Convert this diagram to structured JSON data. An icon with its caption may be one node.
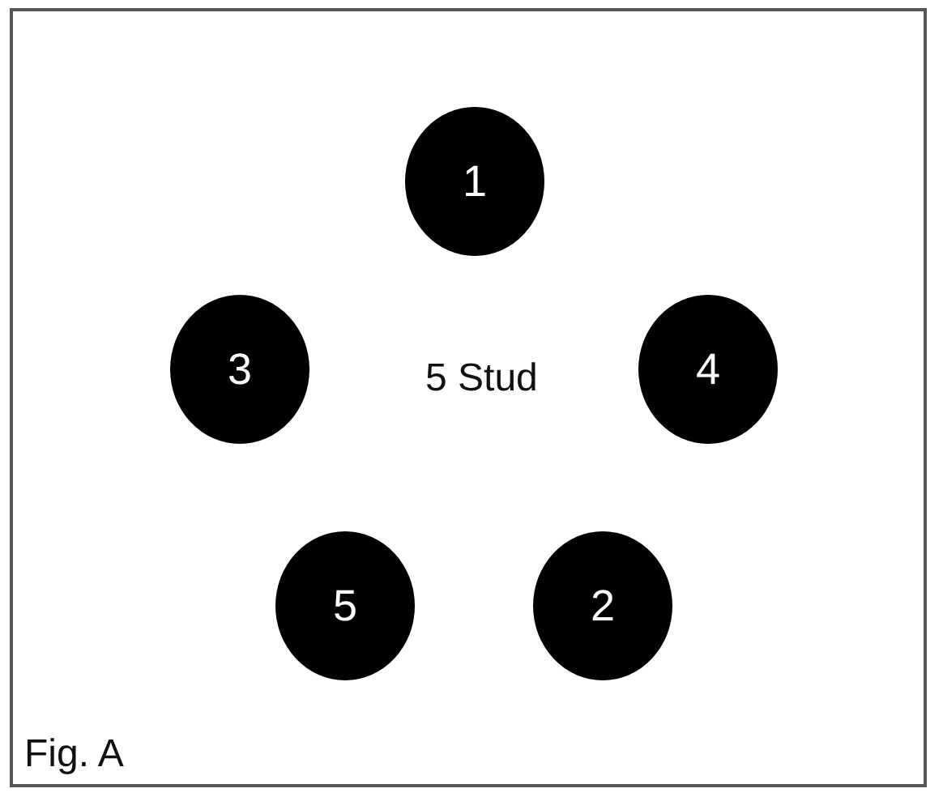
{
  "diagram": {
    "nodes": [
      {
        "text": [
          "1"
        ]
      },
      {
        "text": [
          "3"
        ]
      },
      {
        "text": [
          "4"
        ]
      },
      {
        "text": [
          "5"
        ]
      },
      {
        "text": [
          "2"
        ]
      }
    ],
    "edges": [],
    "labels": [
      "5 Stud",
      "Fig. A"
    ]
  }
}
